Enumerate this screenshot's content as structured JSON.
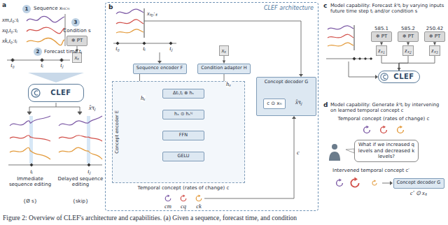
{
  "diagram": {
    "caption": "Figure 2: Overview of CLEF's architecture and capabilities. (a) Given a sequence, forecast time, and condition",
    "nodes": [
      {
        "text": [
          "1"
        ]
      },
      {
        "text": [
          "2"
        ]
      },
      {
        "text": [
          "3"
        ]
      },
      {
        "text": [
          "❄ PT"
        ]
      },
      {
        "text": [
          "xₛ"
        ]
      },
      {
        "text": [
          "CLEF"
        ]
      },
      {
        "text": [
          "CLEF architecture"
        ]
      },
      {
        "text": [
          "Sequence encoder F"
        ],
        "in": 6
      },
      {
        "text": [
          "Condition adapter H"
        ],
        "in": 6
      },
      {
        "text": [
          "xₛ"
        ],
        "in": 6
      },
      {
        "text": [
          "Concept encoder E"
        ],
        "in": 6
      },
      {
        "text": [
          "Δtᵢ,tⱼ ⊕ hₛ"
        ],
        "in": 10
      },
      {
        "text": [
          "hₓ ⊙ hₛᵗʲ"
        ],
        "in": 10
      },
      {
        "text": [
          "FFN"
        ],
        "in": 10
      },
      {
        "text": [
          "GELU"
        ],
        "in": 10
      },
      {
        "text": [
          "Concept decoder G"
        ],
        "in": 6
      },
      {
        "text": [
          "c ⊙ xₜᵢ"
        ],
        "in": 15
      },
      {
        "text": [
          "❄ PT"
        ]
      },
      {
        "text": [
          "❄ PT"
        ]
      },
      {
        "text": [
          "❄ PT"
        ]
      },
      {
        "text": [
          "zₛ₁"
        ]
      },
      {
        "text": [
          "zₛ₂"
        ]
      },
      {
        "text": [
          "zₛ₃"
        ]
      },
      {
        "text": [
          "CLEF"
        ]
      },
      {
        "text": [
          "What if we increased q levels and decreased k levels?"
        ]
      },
      {
        "text": [
          "Concept decoder G"
        ]
      }
    ],
    "edges": [
      {
        "from": 3,
        "to": 4,
        "arrow": "to"
      },
      {
        "from": 9,
        "to": 8,
        "arrow": "to"
      },
      {
        "from": 7,
        "to": 12,
        "label": "hₓ",
        "arrow": "to"
      },
      {
        "from": 8,
        "to": 11,
        "label": "hₛ",
        "arrow": "to"
      },
      {
        "from": 11,
        "to": 12,
        "arrow": "to"
      },
      {
        "from": 12,
        "to": 13,
        "arrow": "to"
      },
      {
        "from": 13,
        "to": 14,
        "arrow": "to"
      },
      {
        "from": 17,
        "to": 20,
        "arrow": "to"
      },
      {
        "from": 18,
        "to": 21,
        "arrow": "to"
      },
      {
        "from": 19,
        "to": 22,
        "arrow": "to"
      },
      {
        "from": 20,
        "to": 23,
        "arrow": "to"
      },
      {
        "from": 21,
        "to": 23,
        "arrow": "to"
      },
      {
        "from": 22,
        "to": 23,
        "arrow": "to"
      }
    ],
    "labels": [
      "a",
      "Sequence xₜ₀:ₜᵢ",
      "xm,t₀:tᵢ",
      "xq,t₀:tᵢ",
      "xk,t₀:tᵢ",
      "Forecast time tⱼ",
      "t₀",
      "tᵢ",
      "tⱼ",
      "Condition s",
      "x̂ˢtⱼ",
      "tᵢ",
      "tⱼ",
      "Immediate sequence editing",
      "Delayed sequence editing",
      "{Ø s}",
      "{skip}",
      "b",
      "xₜ₀:ₜᵢ",
      "t₀",
      "tᵢ",
      "tⱼ",
      "Temporal concept (rates of change) c",
      "cm",
      "cq",
      "ck",
      "x̂ˢtⱼ",
      "c",
      "c",
      "Model capability: Forecast x̂ˢtⱼ by varying inputs future time step tⱼ and/or condition s",
      "585.1",
      "585.2",
      "250.42",
      "d",
      "Model capability: Generate x̂ˢtⱼ by intervening on learned temporal concept c",
      "Temporal concept (rates of change) c",
      "Intervened temporal concept c′",
      "c′ ⊙ xₜᵢ"
    ]
  }
}
